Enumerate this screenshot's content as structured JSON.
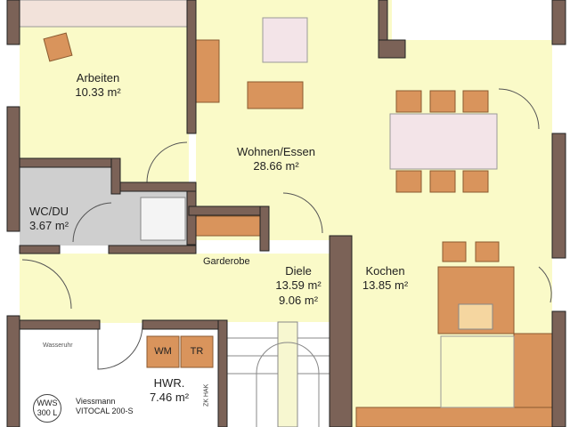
{
  "colors": {
    "wall": "#7b6257",
    "floor": "#fafac8",
    "wet": "#cfcfcf",
    "furniture": "#d9945c",
    "utility": "#ffffff"
  },
  "rooms": [
    {
      "name": "Arbeiten",
      "area": "10.33 m²"
    },
    {
      "name": "Wohnen/Essen",
      "area": "28.66 m²"
    },
    {
      "name": "WC/DU",
      "area": "3.67 m²"
    },
    {
      "name": "Diele",
      "area": "13.59 m²",
      "area2": "9.06 m²"
    },
    {
      "name": "Kochen",
      "area": "13.85 m²"
    },
    {
      "name": "HWR.",
      "area": "7.46 m²"
    }
  ],
  "labels": {
    "garderobe": "Garderobe",
    "wasseruhr": "Wasseruhr",
    "wm": "WM",
    "tr": "TR",
    "wws1": "WWS",
    "wws2": "300 L",
    "heatpump1": "Viessmann",
    "heatpump2": "VITOCAL 200-S",
    "zkhak": "ZK HAK"
  }
}
